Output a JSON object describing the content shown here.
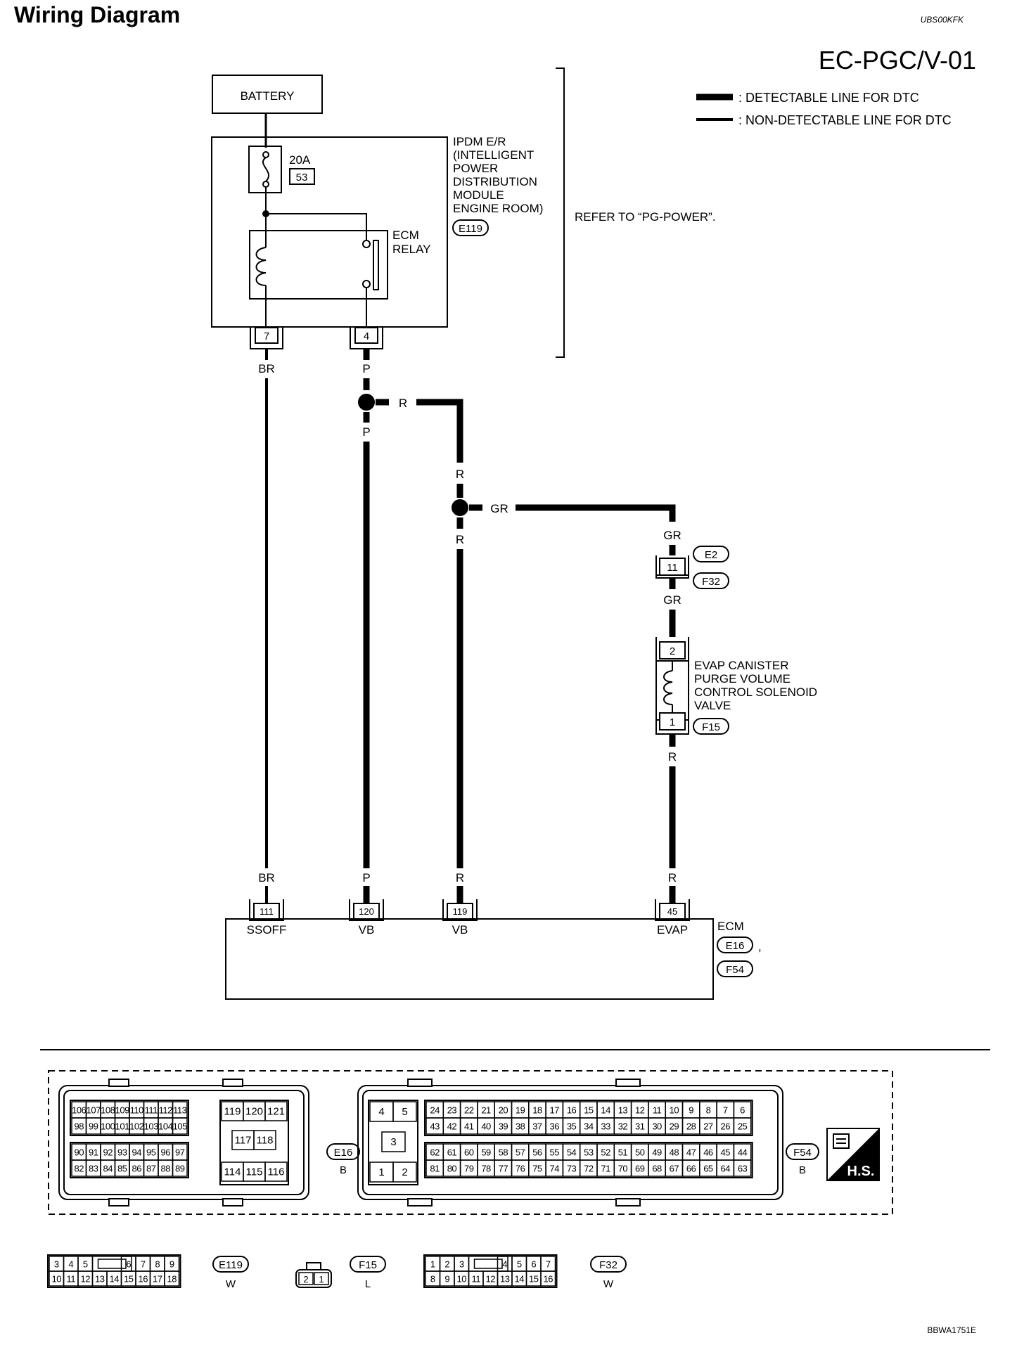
{
  "header": {
    "title": "Wiring Diagram",
    "code": "UBS00KFK",
    "diagram_id": "EC-PGC/V-01",
    "footer_code": "BBWA1751E"
  },
  "legend": {
    "detectable": ": DETECTABLE LINE FOR DTC",
    "non_detectable": ": NON-DETECTABLE LINE FOR DTC"
  },
  "battery": {
    "label": "BATTERY"
  },
  "ipdm": {
    "fuse_amp": "20A",
    "fuse_no": "53",
    "label_lines": [
      "IPDM E/R",
      "(INTELLIGENT",
      "POWER",
      "DISTRIBUTION",
      "MODULE",
      "ENGINE ROOM)"
    ],
    "connector": "E119",
    "relay_lines": [
      "ECM",
      "RELAY"
    ],
    "pin_left": "7",
    "pin_right": "4"
  },
  "refer_text": "REFER TO “PG-POWER”.",
  "wires": {
    "br_top": "BR",
    "p_top": "P",
    "r_branch": "R",
    "p_mid": "P",
    "r_mid1": "R",
    "gr_branch": "GR",
    "r_mid2": "R",
    "gr_top": "GR",
    "gr_bottom": "GR",
    "r_valve": "R",
    "br_bottom": "BR",
    "p_bottom": "P",
    "r_bottom1": "R",
    "r_bottom2": "R"
  },
  "joint_connector": {
    "pin": "11",
    "connector_a": "E2",
    "connector_b": "F32"
  },
  "evap_valve": {
    "pin_top": "2",
    "pin_bottom": "1",
    "label_lines": [
      "EVAP CANISTER",
      "PURGE VOLUME",
      "CONTROL SOLENOID",
      "VALVE"
    ],
    "connector": "F15"
  },
  "ecm": {
    "label": "ECM",
    "connectors": [
      "E16",
      "F54"
    ],
    "separator": ",",
    "pins": [
      {
        "no": "111",
        "name": "SSOFF"
      },
      {
        "no": "120",
        "name": "VB"
      },
      {
        "no": "119",
        "name": "VB"
      },
      {
        "no": "45",
        "name": "EVAP"
      }
    ]
  },
  "connector_views": {
    "e16": {
      "id": "E16",
      "color": "B",
      "row1": [
        "106",
        "107",
        "108",
        "109",
        "110",
        "111",
        "112",
        "113"
      ],
      "row2": [
        "98",
        "99",
        "100",
        "101",
        "102",
        "103",
        "104",
        "105"
      ],
      "row3": [
        "90",
        "91",
        "92",
        "93",
        "94",
        "95",
        "96",
        "97"
      ],
      "row4": [
        "82",
        "83",
        "84",
        "85",
        "86",
        "87",
        "88",
        "89"
      ],
      "block_top": [
        "119",
        "120",
        "121"
      ],
      "block_mid": [
        "117",
        "118"
      ],
      "block_bot": [
        "114",
        "115",
        "116"
      ]
    },
    "f54": {
      "id": "F54",
      "color": "B",
      "small_top": [
        "4",
        "5"
      ],
      "small_mid": [
        "3"
      ],
      "small_bot": [
        "1",
        "2"
      ],
      "row1": [
        "24",
        "23",
        "22",
        "21",
        "20",
        "19",
        "18",
        "17",
        "16",
        "15",
        "14",
        "13",
        "12",
        "11",
        "10",
        "9",
        "8",
        "7",
        "6"
      ],
      "row2": [
        "43",
        "42",
        "41",
        "40",
        "39",
        "38",
        "37",
        "36",
        "35",
        "34",
        "33",
        "32",
        "31",
        "30",
        "29",
        "28",
        "27",
        "26",
        "25"
      ],
      "row3": [
        "62",
        "61",
        "60",
        "59",
        "58",
        "57",
        "56",
        "55",
        "54",
        "53",
        "52",
        "51",
        "50",
        "49",
        "48",
        "47",
        "46",
        "45",
        "44"
      ],
      "row4": [
        "81",
        "80",
        "79",
        "78",
        "77",
        "76",
        "75",
        "74",
        "73",
        "72",
        "71",
        "70",
        "69",
        "68",
        "67",
        "66",
        "65",
        "64",
        "63"
      ]
    },
    "hs_badge": "H.S.",
    "e119": {
      "id": "E119",
      "color": "W",
      "top_left": [
        "3",
        "4",
        "5"
      ],
      "top_right": [
        "6",
        "7",
        "8",
        "9"
      ],
      "bottom": [
        "10",
        "11",
        "12",
        "13",
        "14",
        "15",
        "16",
        "17",
        "18"
      ]
    },
    "f15": {
      "id": "F15",
      "color": "L",
      "pins": [
        "2",
        "1"
      ]
    },
    "f32": {
      "id": "F32",
      "color": "W",
      "top_left": [
        "1",
        "2",
        "3"
      ],
      "top_right": [
        "4",
        "5",
        "6",
        "7"
      ],
      "bottom": [
        "8",
        "9",
        "10",
        "11",
        "12",
        "13",
        "14",
        "15",
        "16"
      ]
    }
  }
}
